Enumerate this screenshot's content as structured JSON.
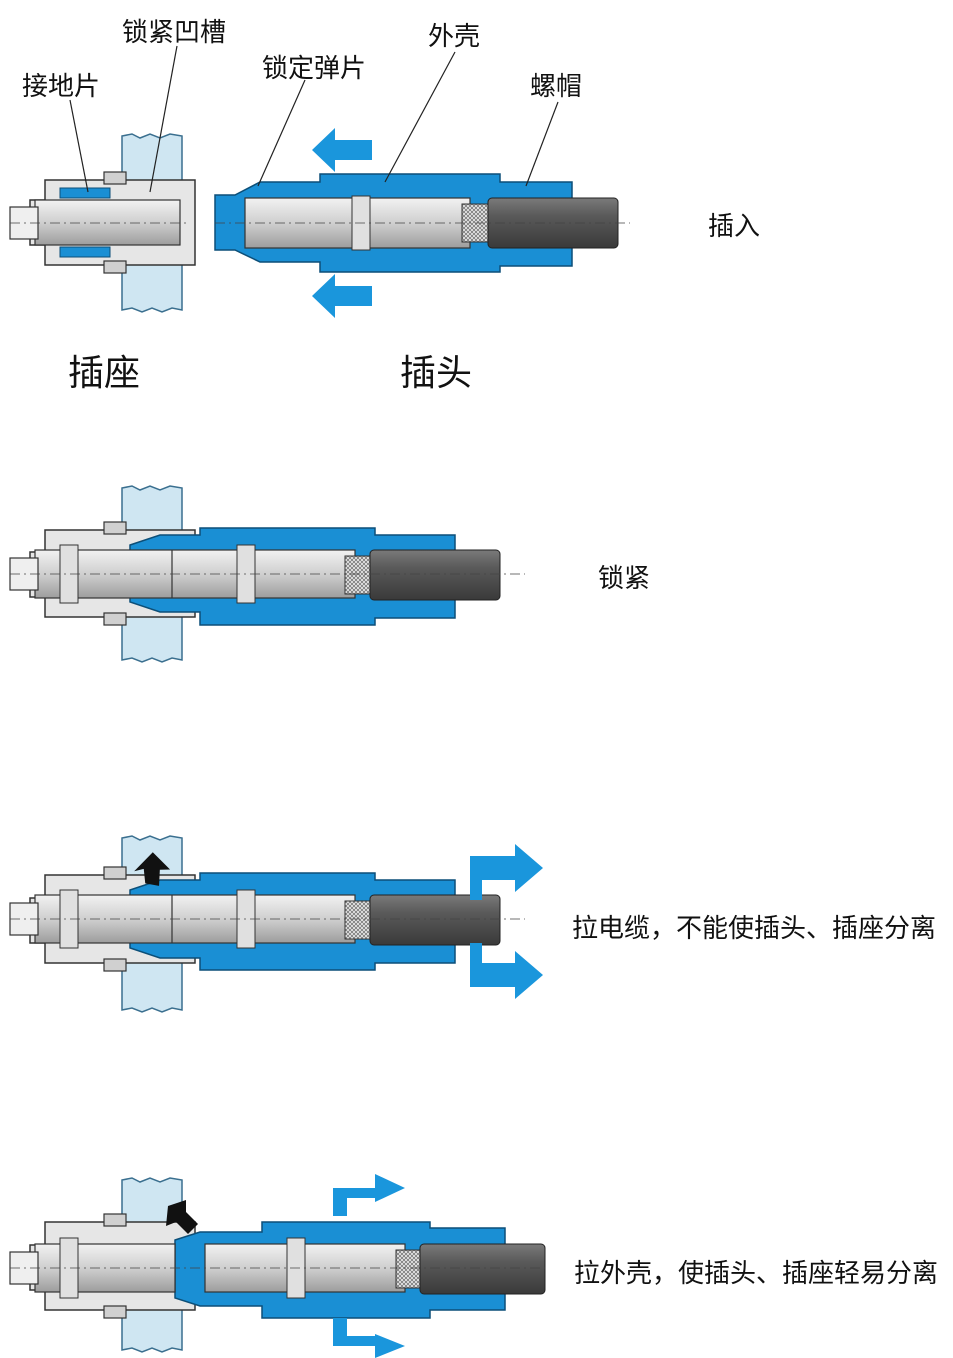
{
  "labels": {
    "ground_strip": "接地片",
    "locking_groove": "锁紧凹槽",
    "locking_spring": "锁定弹片",
    "outer_shell": "外壳",
    "nut": "螺帽"
  },
  "parts": {
    "socket": "插座",
    "plug": "插头"
  },
  "steps": [
    {
      "caption": "插入"
    },
    {
      "caption": "锁紧"
    },
    {
      "caption": "拉电缆，不能使插头、插座分离"
    },
    {
      "caption": "拉外壳，使插头、插座轻易分离"
    }
  ],
  "colors": {
    "blue": "#1a8fd4",
    "panel": "#cfe6f2",
    "metal": "#d5d5d5",
    "cable": "#555555",
    "arrow": "#1a96dc"
  }
}
